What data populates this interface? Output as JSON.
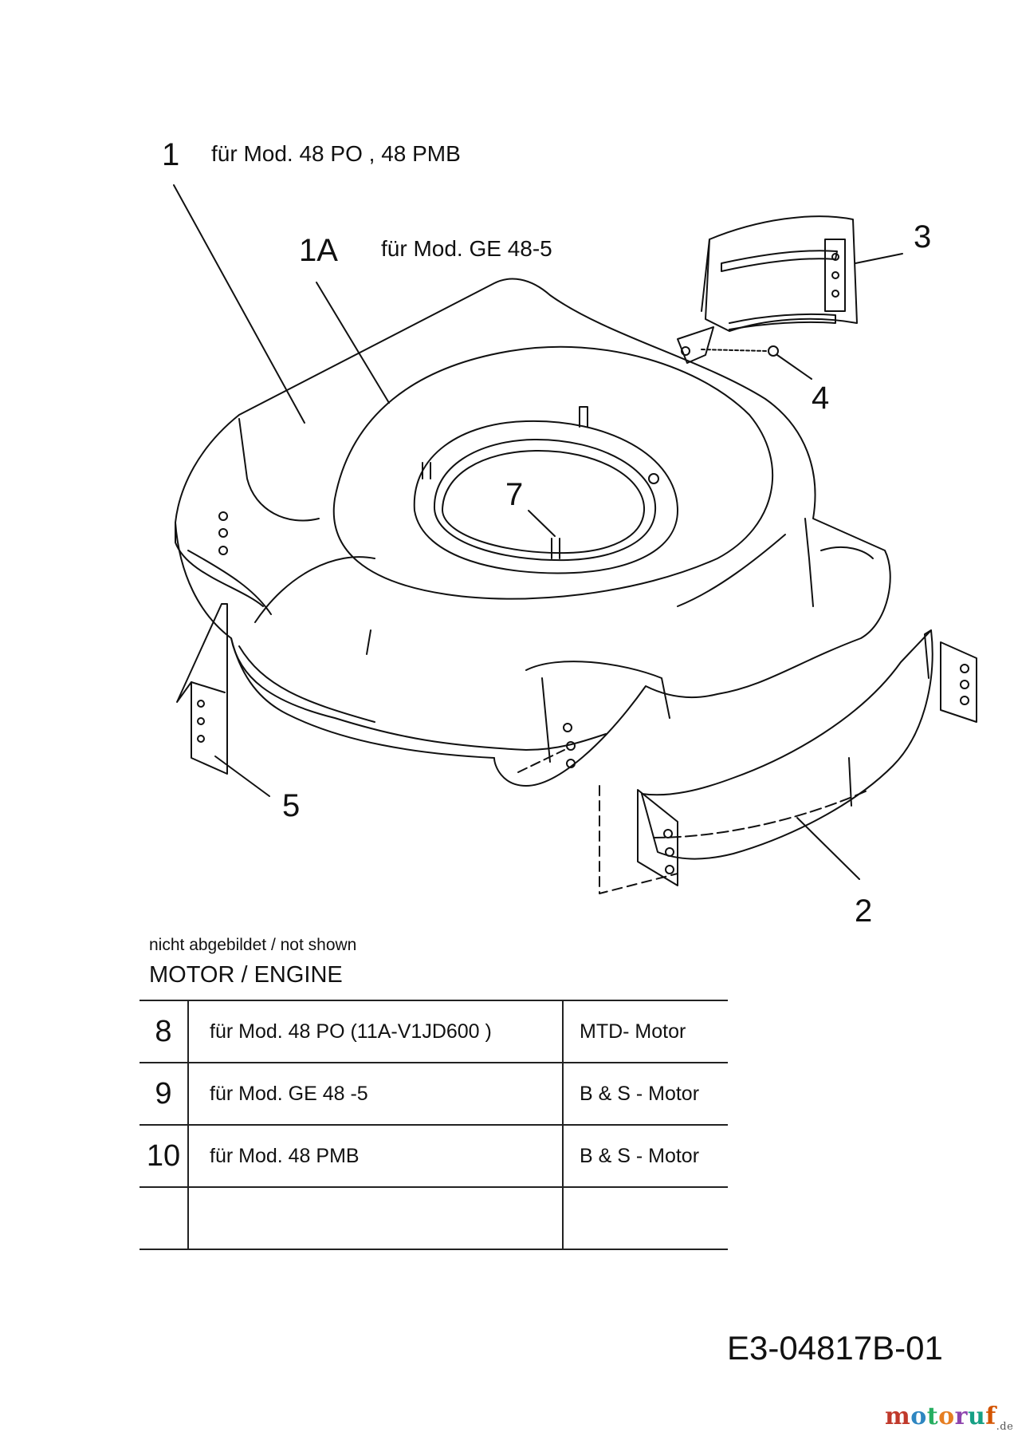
{
  "callouts": {
    "c1": "1",
    "c1_note": "für Mod. 48 PO , 48 PMB",
    "c1a": "1A",
    "c1a_note": "für Mod. GE 48-5",
    "c2": "2",
    "c3": "3",
    "c4": "4",
    "c5": "5",
    "c7": "7"
  },
  "not_shown": {
    "caption": "nicht abgebildet / not shown",
    "heading": "MOTOR / ENGINE"
  },
  "table": {
    "rows": [
      {
        "num": "8",
        "model": "für Mod. 48 PO (11A-V1JD600 )",
        "engine": "MTD- Motor"
      },
      {
        "num": "9",
        "model": "für Mod. GE 48 -5",
        "engine": "B & S - Motor"
      },
      {
        "num": "10",
        "model": "für Mod. 48 PMB",
        "engine": "B & S - Motor"
      },
      {
        "num": "",
        "model": "",
        "engine": ""
      }
    ]
  },
  "drawing_code": "E3-04817B-01",
  "watermark": {
    "letters": [
      "m",
      "o",
      "t",
      "o",
      "r",
      "u",
      "f"
    ],
    "suffix": ".de"
  }
}
